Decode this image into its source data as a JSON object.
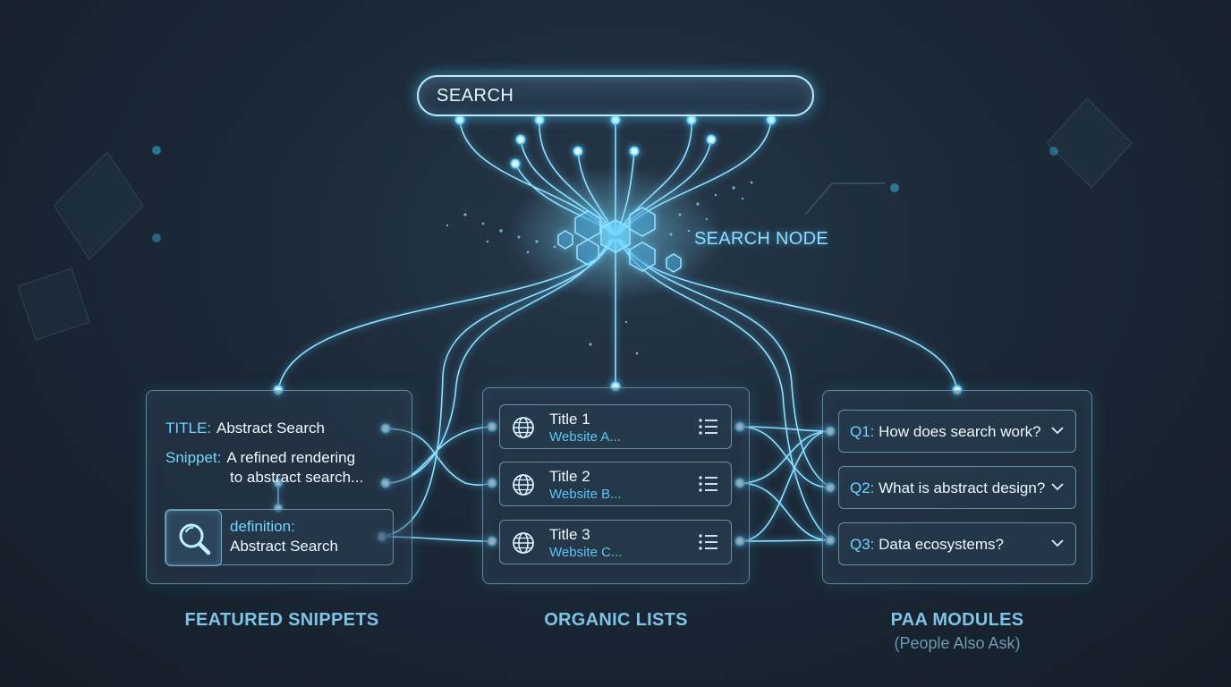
{
  "search": {
    "placeholder": "SEARCH"
  },
  "node": {
    "label": "SEARCH NODE"
  },
  "featured": {
    "title_key": "TITLE:",
    "title_value": "Abstract Search",
    "snippet_key": "Snippet:",
    "snippet_line1": "A refined rendering",
    "snippet_line2": "to abstract search...",
    "definition_key": "definition:",
    "definition_value": "Abstract Search",
    "label": "FEATURED SNIPPETS"
  },
  "organic": {
    "items": [
      {
        "title": "Title 1",
        "site": "Website A..."
      },
      {
        "title": "Title 2",
        "site": "Website B..."
      },
      {
        "title": "Title 3",
        "site": "Website C..."
      }
    ],
    "label": "ORGANIC LISTS"
  },
  "paa": {
    "items": [
      {
        "q": "Q1:",
        "text": "How does search work?"
      },
      {
        "q": "Q2:",
        "text": "What is abstract design?"
      },
      {
        "q": "Q3:",
        "text": "Data ecosystems?"
      }
    ],
    "label": "PAA MODULES",
    "sublabel": "(People Also Ask)"
  },
  "colors": {
    "accent": "#6fd6ff",
    "wire": "#8fe1ff",
    "background": "#1b2836",
    "label": "#7fc3e6"
  },
  "icons": [
    "magnifier-icon",
    "globe-icon",
    "list-icon",
    "chevron-down-icon",
    "hexagon-cluster"
  ]
}
